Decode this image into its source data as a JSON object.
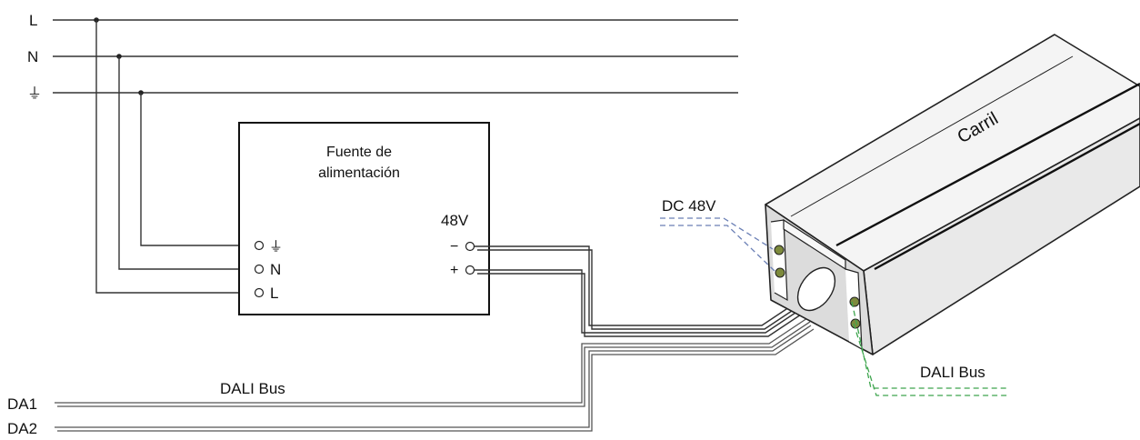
{
  "mains": {
    "line_label": "L",
    "neutral_label": "N",
    "earth_symbol": "⏚"
  },
  "power_supply": {
    "title_line1": "Fuente de",
    "title_line2": "alimentación",
    "voltage_label": "48V",
    "input_earth_symbol": "⏚",
    "input_neutral_label": "N",
    "input_line_label": "L",
    "output_minus_label": "−",
    "output_plus_label": "+"
  },
  "rail": {
    "label": "Carril",
    "dc_label": "DC 48V",
    "dali_label": "DALI Bus",
    "dc_line_color": "#6a7fb5",
    "dali_line_color": "#3da54d",
    "contact_fill": "#7d8a3c"
  },
  "dali": {
    "bus_label": "DALI Bus",
    "da1_label": "DA1",
    "da2_label": "DA2"
  }
}
